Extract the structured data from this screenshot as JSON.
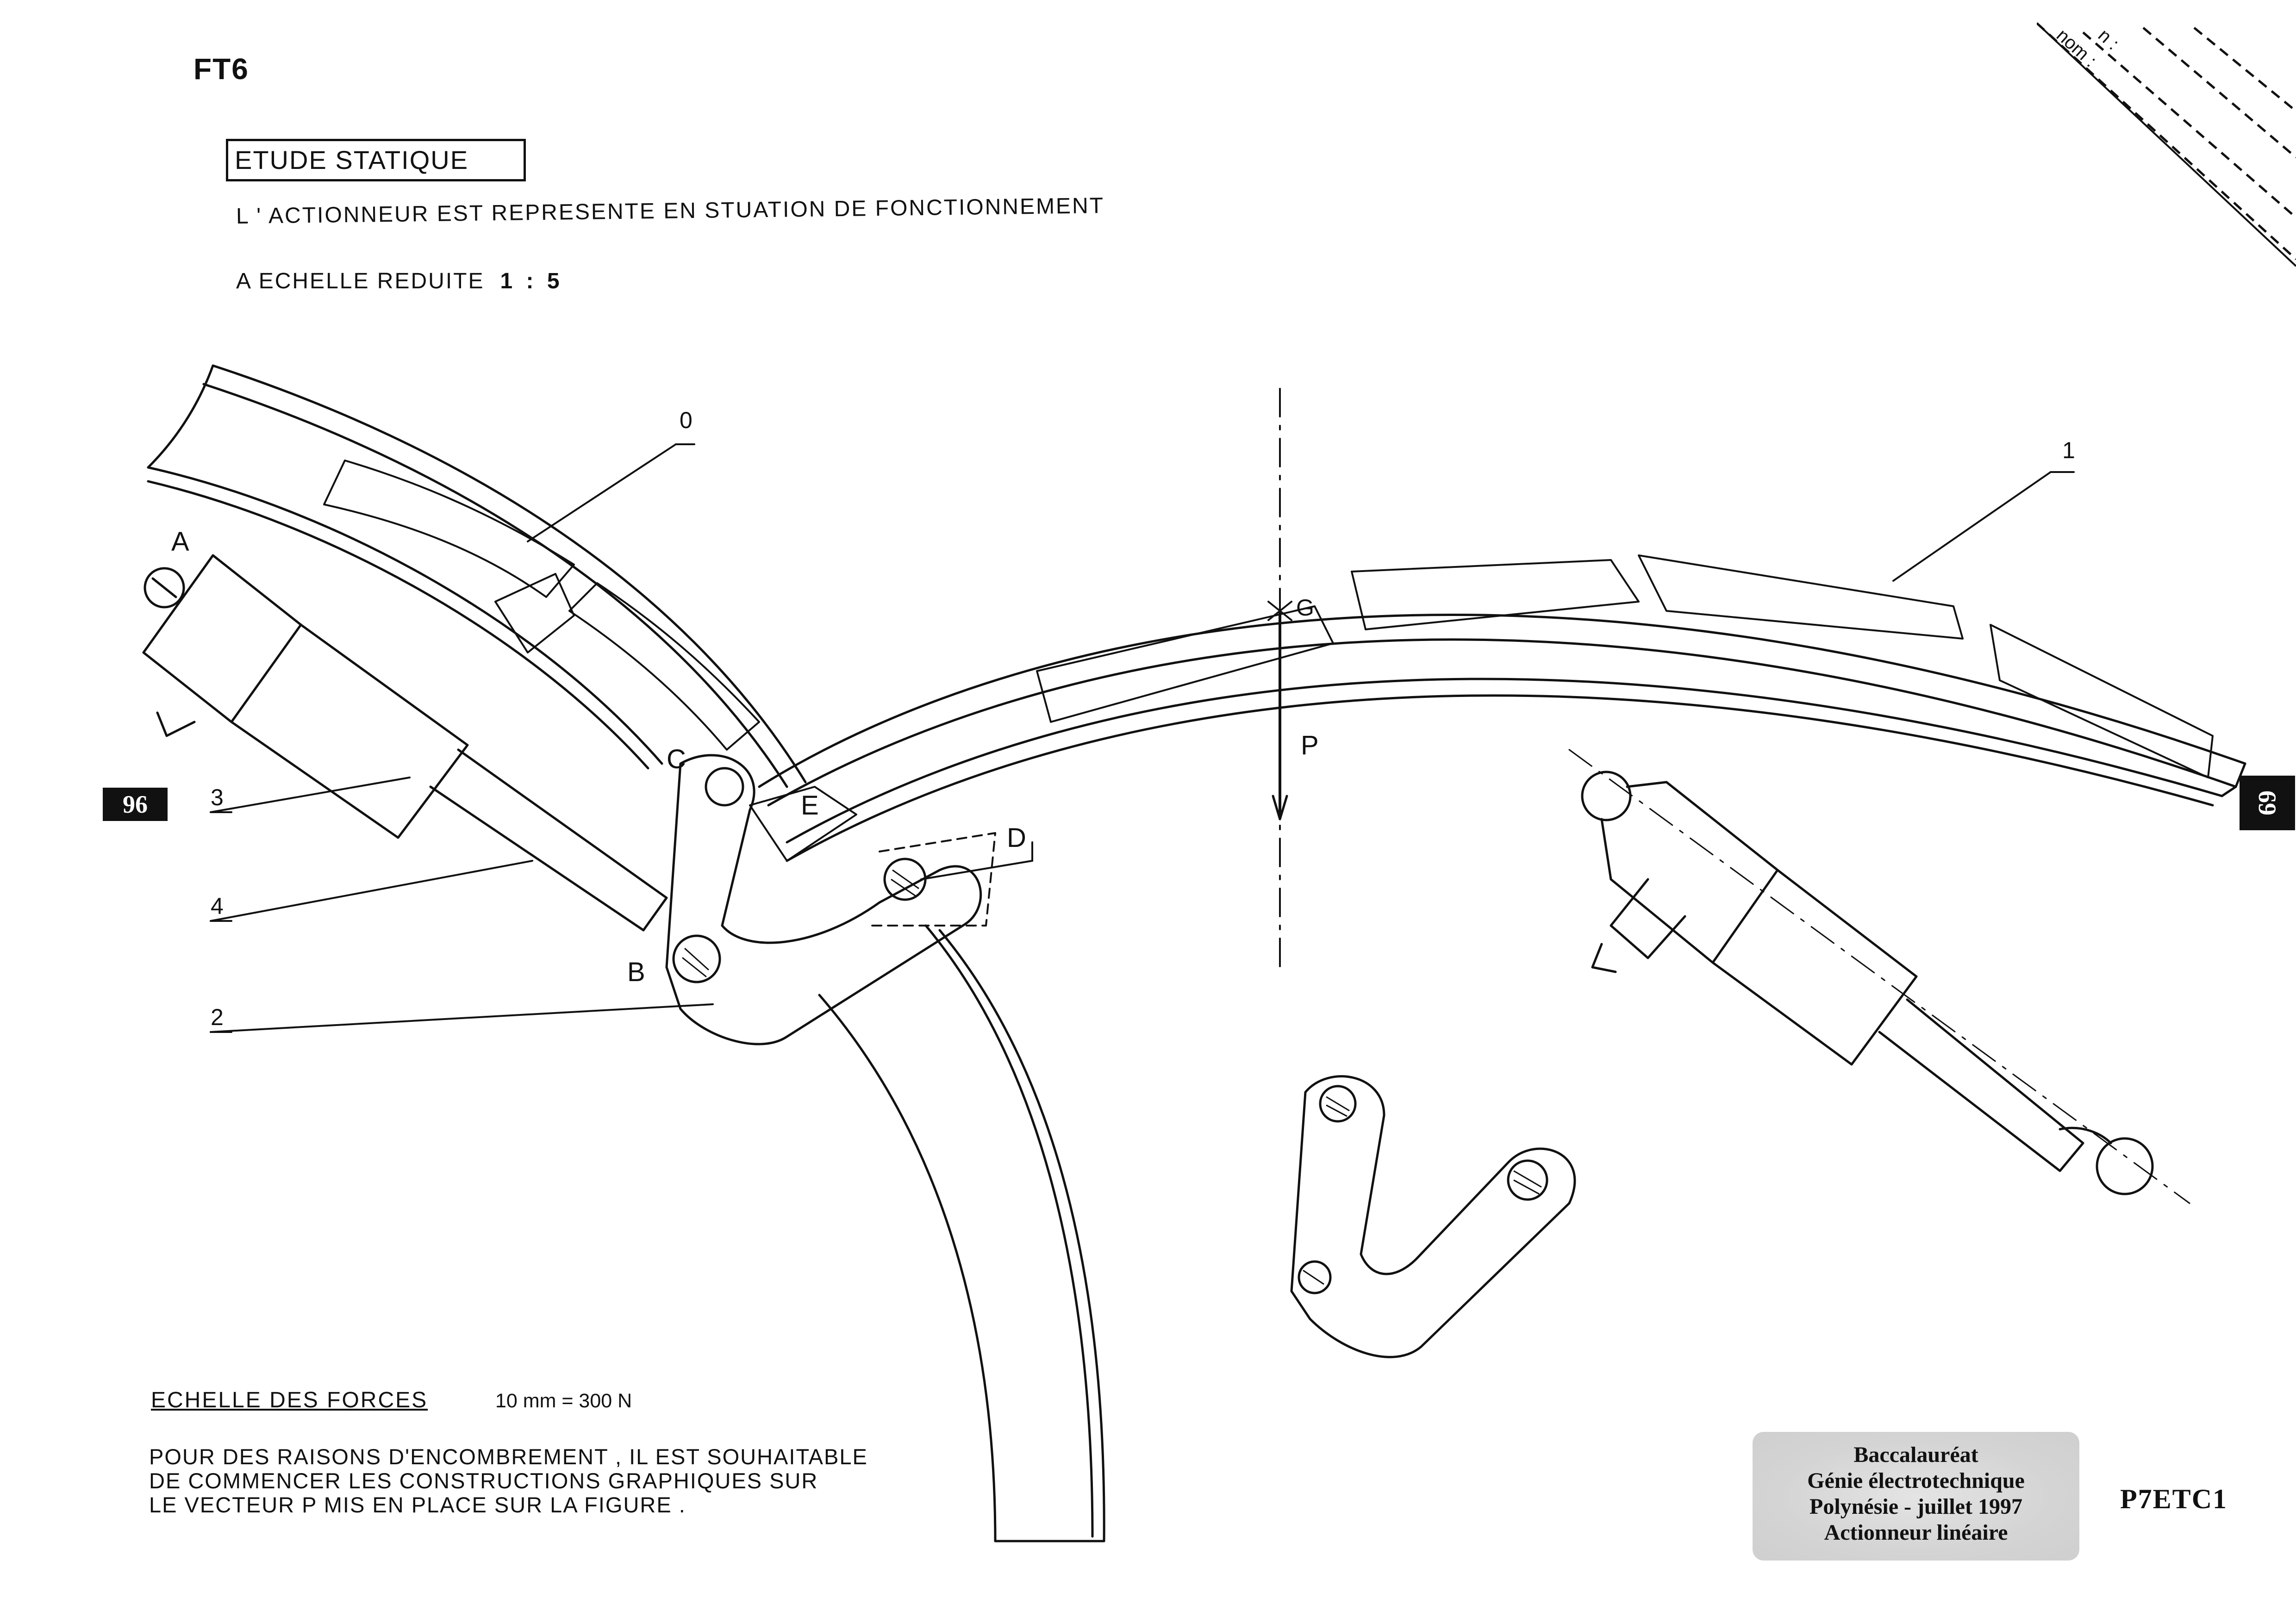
{
  "sheet": {
    "code": "FT6",
    "section_title": "ETUDE STATIQUE",
    "description": "L ' ACTIONNEUR EST REPRESENTE EN STUATION DE FONCTIONNEMENT",
    "scale_label": "A ECHELLE REDUITE",
    "scale_value": "1 : 5"
  },
  "corner": {
    "field_1": "n :",
    "field_2": "nom :"
  },
  "drawing": {
    "labels": {
      "part_0": "0",
      "part_1": "1",
      "part_2": "2",
      "part_3": "3",
      "part_4": "4",
      "point_a": "A",
      "point_b": "B",
      "point_c": "C",
      "point_d": "D",
      "point_e": "E",
      "point_g": "G",
      "vector_p": "P"
    }
  },
  "forces": {
    "title": "ECHELLE DES FORCES",
    "value": "10 mm = 300 N",
    "note_lines": [
      "POUR DES RAISONS D'ENCOMBREMENT , IL EST SOUHAITABLE",
      "DE COMMENCER LES CONSTRUCTIONS GRAPHIQUES SUR",
      "LE VECTEUR P MIS EN PLACE SUR LA FIGURE ."
    ]
  },
  "page_tabs": {
    "left": "96",
    "right": "69"
  },
  "stamp": {
    "line_1": "Baccalauréat",
    "line_2": "Génie électrotechnique",
    "line_3": "Polynésie - juillet 1997",
    "line_4": "Actionneur linéaire"
  },
  "reference": "P7ETC1"
}
